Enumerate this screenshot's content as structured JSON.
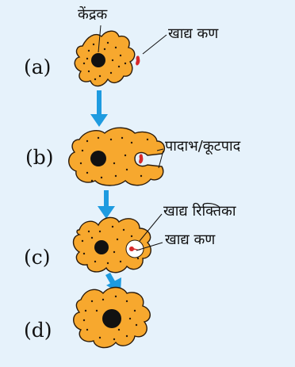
{
  "colors": {
    "background": "#e6f2fb",
    "cell_fill": "#f7a82e",
    "cell_outline": "#2a1a0a",
    "nucleus": "#111111",
    "food_particle": "#d8282a",
    "arrow": "#1e9be0"
  },
  "stages": [
    {
      "label": "(a)"
    },
    {
      "label": "(b)"
    },
    {
      "label": "(c)"
    },
    {
      "label": "(d)"
    }
  ],
  "annotations": {
    "nucleus": "केंद्रक",
    "food_particle_a": "खाद्य  कण",
    "pseudopodia": "पादाभ/कूटपाद",
    "food_vacuole": "खाद्य  रिक्तिका",
    "food_particle_c": "खाद्य  कण"
  }
}
